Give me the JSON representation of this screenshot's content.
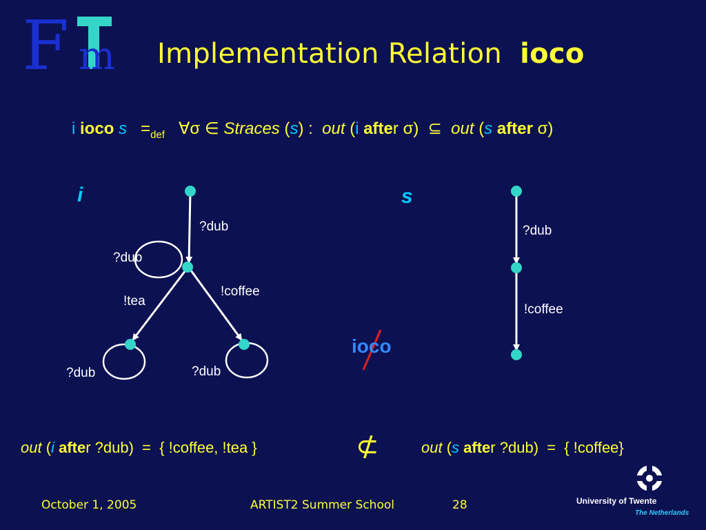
{
  "logo": {
    "text_big": "F",
    "text_small": "m"
  },
  "title": {
    "main": "Implementation Relation",
    "bold": "ioco"
  },
  "definition": {
    "i": "i",
    "ioco": "ioco",
    "s": "s",
    "eq": "=",
    "def": "def",
    "forall": "∀σ ∈",
    "straces": "Straces",
    "open": "(",
    "s2": "s",
    "close": ") :",
    "out1": "out",
    "open2": "(",
    "i2": "i",
    "after1": "afte",
    "r1": "r",
    "sigma1": "σ)",
    "subseteq": "⊆",
    "out2": "out",
    "open3": "(",
    "s3": "s",
    "after2": "after",
    "sigma2": "σ)"
  },
  "diagram_i": {
    "process_label": "i",
    "labels": {
      "top": "?dub",
      "loop_mid": "?dub",
      "tea": "!tea",
      "coffee": "!coffee",
      "loop_left": "?dub",
      "loop_right": "?dub"
    }
  },
  "diagram_s": {
    "process_label": "s",
    "labels": {
      "dub": "?dub",
      "coffee": "!coffee"
    }
  },
  "ioco_negated": {
    "text": "ioco",
    "strike_color": "#dd2222"
  },
  "bottom": {
    "left": {
      "out": "out",
      "open": "(",
      "i": "i",
      "after": "afte",
      "r": "r",
      "rest": "?dub)  =  { !coffee, !tea }"
    },
    "not_subset": "⊄",
    "right": {
      "out": "out",
      "open": "(",
      "s": "s",
      "after": "afte",
      "r": "r",
      "rest": "?dub)  =  { !coffee}"
    }
  },
  "footer": {
    "date": "October 1, 2005",
    "event": "ARTIST2 Summer School",
    "page": "28"
  },
  "university": {
    "name": "University of Twente",
    "country": "The Netherlands"
  },
  "colors": {
    "background": "#0c1151",
    "title": "#ffff33",
    "state": "#33d6c8",
    "accent": "#00ccff"
  }
}
